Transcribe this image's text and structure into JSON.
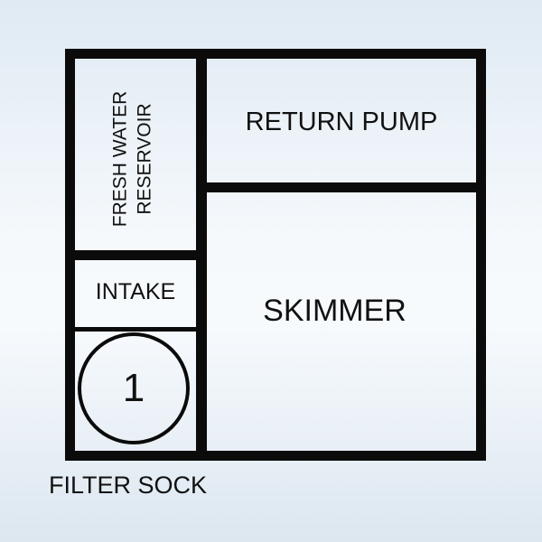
{
  "diagram": {
    "type": "sump-layout",
    "colors": {
      "frame": "#0b0b0b",
      "background": "#eaf1f7",
      "text": "#111111"
    },
    "sections": {
      "fresh_water_reservoir": {
        "line1": "FRESH WATER",
        "line2": "RESERVOIR"
      },
      "return_pump": {
        "label": "RETURN PUMP"
      },
      "intake": {
        "label": "INTAKE"
      },
      "skimmer": {
        "label": "SKIMMER"
      },
      "filter_sock": {
        "number": "1",
        "caption": "FILTER SOCK"
      }
    }
  }
}
